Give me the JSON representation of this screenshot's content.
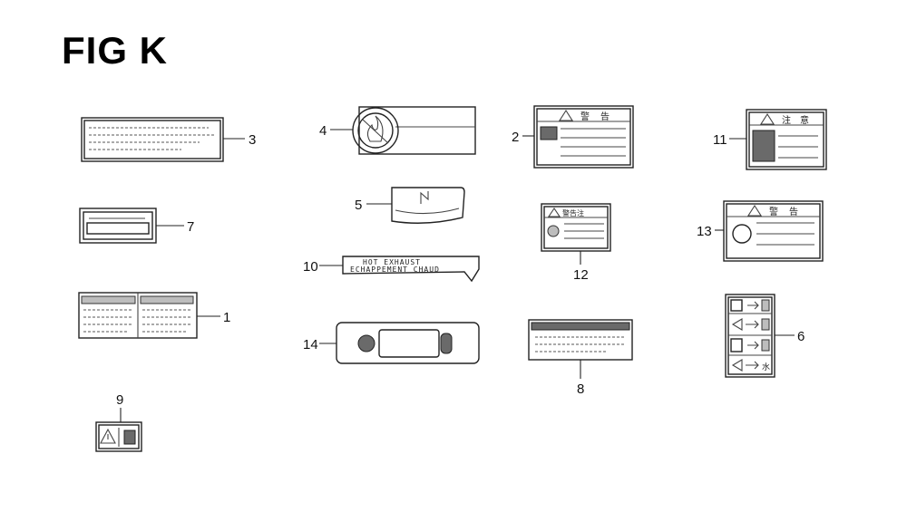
{
  "title": "FIG K",
  "parts": {
    "p1": "1",
    "p2": "2",
    "p3": "3",
    "p4": "4",
    "p5": "5",
    "p6": "6",
    "p7": "7",
    "p8": "8",
    "p9": "9",
    "p10": "10",
    "p11": "11",
    "p12": "12",
    "p13": "13",
    "p14": "14"
  },
  "label10": {
    "line1": "HOT EXHAUST",
    "line2": "ECHAPPEMENT CHAUD"
  }
}
